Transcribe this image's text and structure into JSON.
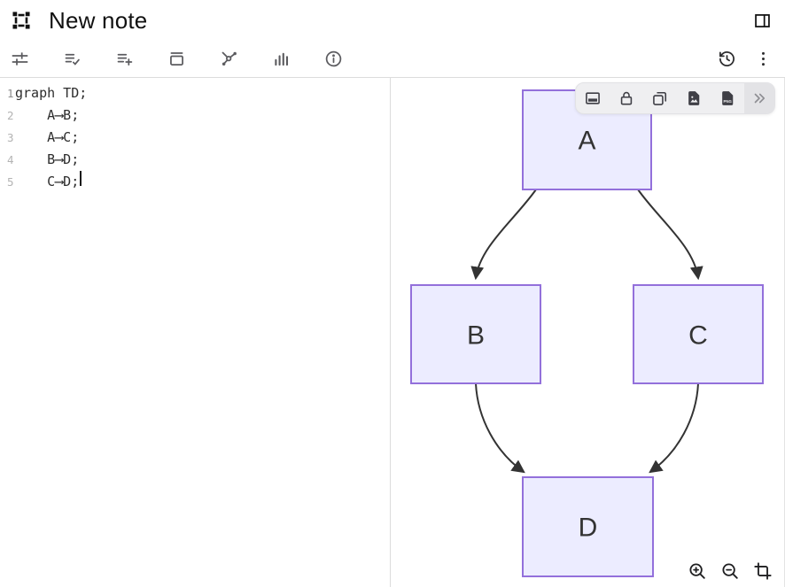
{
  "header": {
    "title": "New note",
    "logo_icon": "selection-frame-icon",
    "sidebar_toggle_icon": "sidebar-right-icon"
  },
  "toolbar": {
    "left_icons": [
      "tune-icon",
      "list-check-icon",
      "list-plus-icon",
      "archive-icon",
      "flowchart-icon",
      "bar-chart-icon",
      "info-icon"
    ],
    "right_icons": [
      "history-icon",
      "kebab-menu-icon"
    ]
  },
  "editor": {
    "lines": [
      {
        "num": "1",
        "text": "graph TD;"
      },
      {
        "num": "2",
        "text": "    A⟶B;"
      },
      {
        "num": "3",
        "text": "    A⟶C;"
      },
      {
        "num": "4",
        "text": "    B⟶D;"
      },
      {
        "num": "5",
        "text": "    C⟶D;"
      }
    ]
  },
  "diagram": {
    "type": "flowchart-top-down",
    "nodes": [
      {
        "id": "A",
        "label": "A"
      },
      {
        "id": "B",
        "label": "B"
      },
      {
        "id": "C",
        "label": "C"
      },
      {
        "id": "D",
        "label": "D"
      }
    ],
    "edges": [
      {
        "from": "A",
        "to": "B"
      },
      {
        "from": "A",
        "to": "C"
      },
      {
        "from": "B",
        "to": "D"
      },
      {
        "from": "C",
        "to": "D"
      }
    ],
    "colors": {
      "node_fill": "#ECECFF",
      "node_border": "#9370DB",
      "edge": "#333333",
      "label": "#333333"
    }
  },
  "floating_toolbar": {
    "icons": [
      "bottom-panel-icon",
      "lock-icon",
      "copy-icon",
      "image-file-icon",
      "png-file-icon"
    ],
    "png_label": "PNG",
    "expand_icon": "chevrons-right-icon"
  },
  "zoom_controls": {
    "icons": [
      "zoom-in-icon",
      "zoom-out-icon",
      "crop-icon"
    ]
  }
}
